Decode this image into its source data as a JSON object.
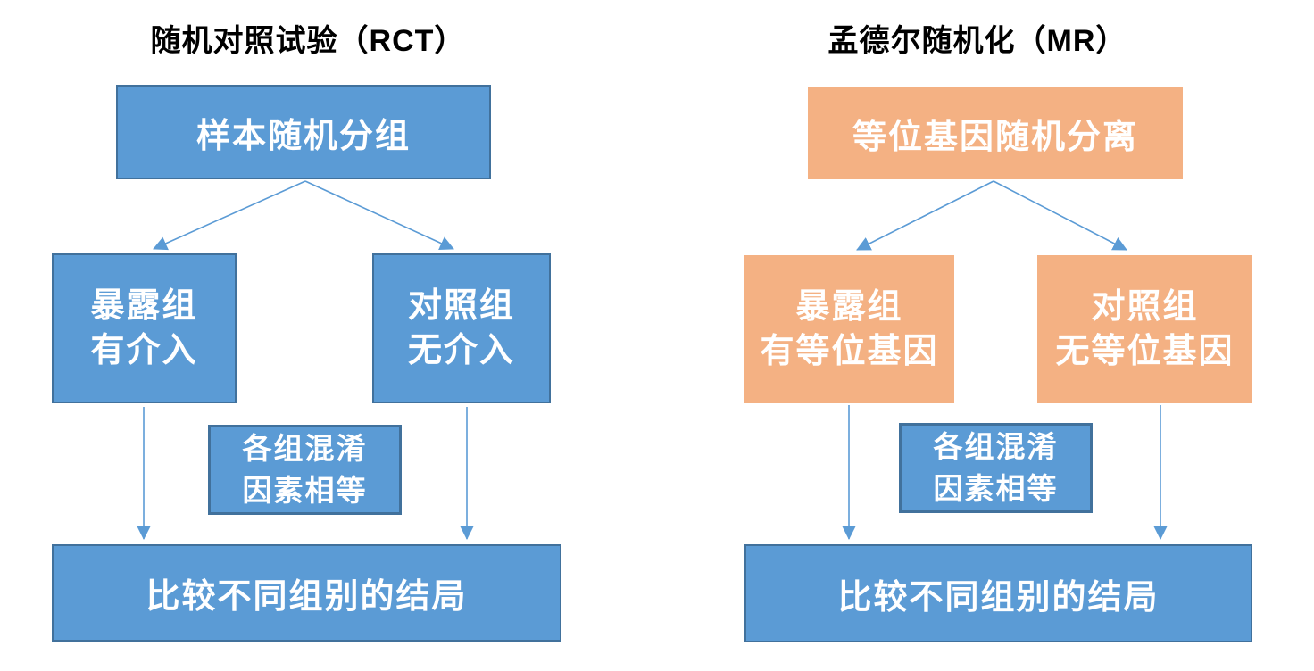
{
  "colors": {
    "blue_fill": "#5B9BD5",
    "blue_border": "#41719C",
    "orange_fill": "#F4B183",
    "arrow": "#5B9BD5",
    "title_text": "#000000",
    "box_text": "#FFFFFF"
  },
  "rct": {
    "title": "随机对照试验（RCT）",
    "top_box": "样本随机分组",
    "exposure_box_line1": "暴露组",
    "exposure_box_line2": "有介入",
    "control_box_line1": "对照组",
    "control_box_line2": "无介入",
    "confounder_line1": "各组混淆",
    "confounder_line2": "因素相等",
    "outcome_box": "比较不同组别的结局"
  },
  "mr": {
    "title": "孟德尔随机化（MR）",
    "top_box": "等位基因随机分离",
    "exposure_box_line1": "暴露组",
    "exposure_box_line2": "有等位基因",
    "control_box_line1": "对照组",
    "control_box_line2": "无等位基因",
    "confounder_line1": "各组混淆",
    "confounder_line2": "因素相等",
    "outcome_box": "比较不同组别的结局"
  }
}
